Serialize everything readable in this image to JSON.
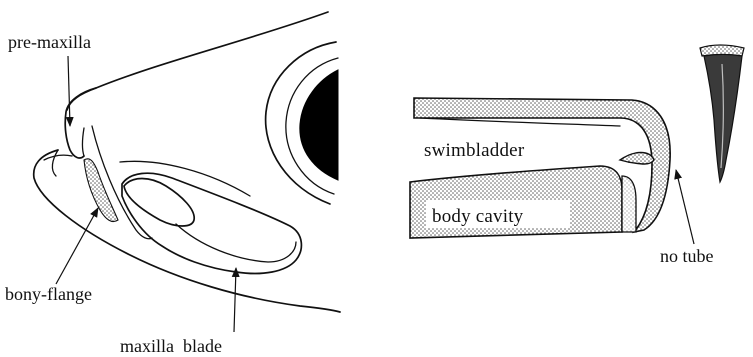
{
  "diagram": {
    "labels": {
      "pre_maxilla": "pre-maxilla",
      "bony_flange": "bony-flange",
      "maxilla_blade": "maxilla  blade",
      "swimbladder": "swimbladder",
      "body_cavity": "body cavity",
      "no_tube": "no tube"
    }
  }
}
